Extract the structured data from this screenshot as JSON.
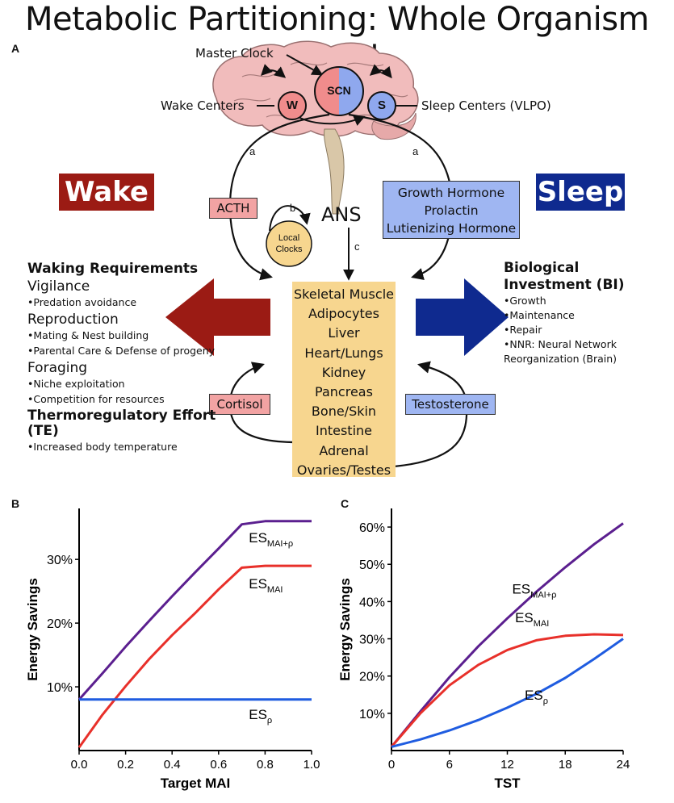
{
  "title": "Metabolic Partitioning: Whole Organism Level",
  "panels": {
    "a": "A",
    "b": "B",
    "c": "C"
  },
  "brain": {
    "master_clock": "Master Clock",
    "scn": "SCN",
    "wake_node": "W",
    "sleep_node": "S",
    "wake_centers": "Wake Centers",
    "sleep_centers": "Sleep Centers (VLPO)",
    "pathway_a_left": "a",
    "pathway_a_right": "a",
    "pathway_b": "b",
    "pathway_c": "c",
    "ans": "ANS",
    "local_clocks_1": "Local",
    "local_clocks_2": "Clocks"
  },
  "states": {
    "wake": "Wake",
    "sleep": "Sleep"
  },
  "hormones": {
    "acth": "ACTH",
    "sleep_hormones": [
      "Growth Hormone",
      "Prolactin",
      "Lutienizing Hormone"
    ],
    "cortisol": "Cortisol",
    "testosterone": "Testosterone"
  },
  "organs": [
    "Skeletal Muscle",
    "Adipocytes",
    "Liver",
    "Heart/Lungs",
    "Kidney",
    "Pancreas",
    "Bone/Skin",
    "Intestine",
    "Adrenal",
    "Ovaries/Testes"
  ],
  "waking": {
    "heading": "Waking Requirements",
    "vigilance": "Vigilance",
    "vigilance_items": [
      "•Predation avoidance"
    ],
    "reproduction": "Reproduction",
    "reproduction_items": [
      "•Mating & Nest building",
      "•Parental Care & Defense of progeny"
    ],
    "foraging": "Foraging",
    "foraging_items": [
      "•Niche exploitation",
      "•Competition for resources"
    ],
    "thermo_heading_1": "Thermoregulatory Effort",
    "thermo_heading_2": "(TE)",
    "thermo_items": [
      "•Increased body temperature"
    ]
  },
  "bio": {
    "heading_1": "Biological",
    "heading_2": "Investment (BI)",
    "items": [
      "•Growth",
      "•Maintenance",
      "•Repair",
      "•NNR: Neural Network",
      "Reorganization (Brain)"
    ]
  },
  "colors": {
    "wake_red": "#9b1b14",
    "sleep_blue": "#0f2a8f",
    "wake_hormone_fill": "#f2a3a3",
    "sleep_hormone_fill": "#9fb6f2",
    "organ_fill": "#f7d68f",
    "series_purple": "#5b1f8f",
    "series_red": "#e8302a",
    "series_blue": "#1f5ce0"
  },
  "chart_data": [
    {
      "type": "line",
      "xlabel": "Target MAI",
      "ylabel": "Energy Savings",
      "xlim": [
        0,
        1
      ],
      "ylim": [
        0,
        38
      ],
      "x_ticks": [
        "0.0",
        "0.2",
        "0.4",
        "0.6",
        "0.8",
        "1.0"
      ],
      "y_ticks": [
        "10%",
        "20%",
        "30%"
      ],
      "series": [
        {
          "name": "ES_MAI+ρ",
          "x": [
            0,
            0.1,
            0.2,
            0.3,
            0.4,
            0.5,
            0.6,
            0.7,
            0.8,
            0.9,
            1.0
          ],
          "y": [
            8,
            12.1,
            16.3,
            20.3,
            24.2,
            28,
            31.7,
            35.5,
            36,
            36,
            36
          ]
        },
        {
          "name": "ES_MAI",
          "x": [
            0,
            0.1,
            0.2,
            0.3,
            0.4,
            0.5,
            0.6,
            0.7,
            0.8,
            0.9,
            1.0
          ],
          "y": [
            0.5,
            5.6,
            10.1,
            14.3,
            18.1,
            21.6,
            25.3,
            28.7,
            29,
            29,
            29
          ]
        },
        {
          "name": "ES_ρ",
          "x": [
            0,
            0.5,
            1.0
          ],
          "y": [
            8,
            8,
            8
          ]
        }
      ]
    },
    {
      "type": "line",
      "xlabel": "TST",
      "ylabel": "Energy Savings",
      "xlim": [
        0,
        24
      ],
      "ylim": [
        0,
        65
      ],
      "x_ticks": [
        "0",
        "6",
        "12",
        "18",
        "24"
      ],
      "y_ticks": [
        "10%",
        "20%",
        "30%",
        "40%",
        "50%",
        "60%"
      ],
      "series": [
        {
          "name": "ES_MAI+ρ",
          "x": [
            0,
            3,
            6,
            9,
            12,
            15,
            18,
            21,
            24
          ],
          "y": [
            1,
            10.5,
            19.7,
            28,
            35.5,
            42.6,
            49.2,
            55.4,
            61
          ]
        },
        {
          "name": "ES_MAI",
          "x": [
            0,
            3,
            6,
            9,
            12,
            15,
            18,
            21,
            24
          ],
          "y": [
            1,
            10,
            17.5,
            23,
            27,
            29.6,
            30.8,
            31.2,
            31
          ]
        },
        {
          "name": "ES_ρ",
          "x": [
            0,
            3,
            6,
            9,
            12,
            15,
            18,
            21,
            24
          ],
          "y": [
            1,
            3,
            5.4,
            8.2,
            11.5,
            15.2,
            19.5,
            24.6,
            30
          ]
        }
      ]
    }
  ]
}
